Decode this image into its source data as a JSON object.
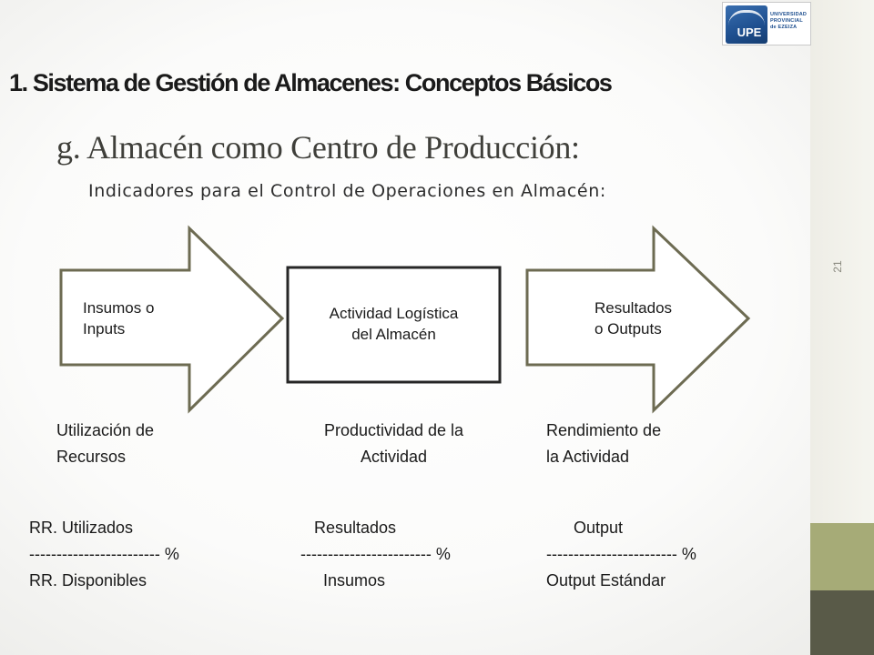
{
  "header": {
    "title": "1. Sistema de Gestión de Almacenes: Conceptos Básicos",
    "subtitle": "g. Almacén como Centro de Producción:",
    "intro": "Indicadores para el Control de Operaciones en Almacén:"
  },
  "logo": {
    "abbr": "UPE",
    "text_line1": "UNIVERSIDAD",
    "text_line2": "PROVINCIAL",
    "text_line3": "de EZEIZA"
  },
  "page_number": "21",
  "diagram": {
    "input_label": "Insumos o\nInputs",
    "process_label": "Actividad Logística\ndel Almacén",
    "output_label": "Resultados\no Outputs",
    "indicators": [
      "Utilización de\nRecursos",
      "Productividad de la\nActividad",
      "Rendimiento de\nla Actividad"
    ],
    "formulas": [
      "RR. Utilizados\n------------------------ %\nRR. Disponibles",
      "   Resultados\n------------------------ %\n     Insumos",
      "      Output\n------------------------ %\nOutput Estándar"
    ]
  },
  "colors": {
    "arrow_stroke": "#6d6b52",
    "box_stroke": "#262626",
    "sidebar_green": "#a6ab77",
    "sidebar_dark": "#595a48"
  }
}
